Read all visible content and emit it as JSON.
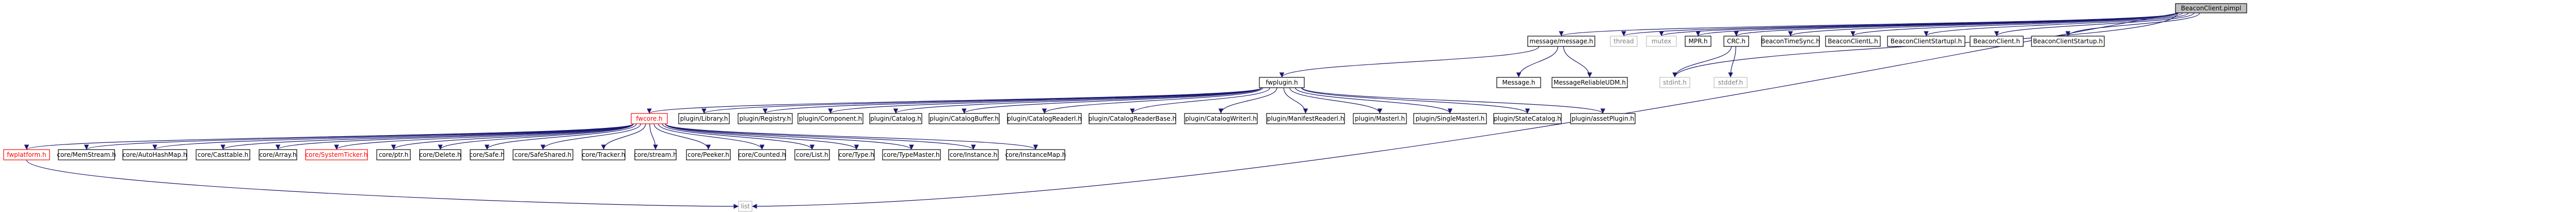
{
  "graph": {
    "type": "include-dependency-graph",
    "nodes": [
      {
        "id": "beaconclient_pimpl",
        "label": "BeaconClient.pimpl",
        "style": "root"
      },
      {
        "id": "message_h",
        "label": "message/message.h",
        "style": "normal"
      },
      {
        "id": "thread",
        "label": "thread",
        "style": "plain"
      },
      {
        "id": "mutex",
        "label": "mutex",
        "style": "plain"
      },
      {
        "id": "mpr_h",
        "label": "MPR.h",
        "style": "normal"
      },
      {
        "id": "crc_h",
        "label": "CRC.h",
        "style": "normal"
      },
      {
        "id": "beacontimesync_h",
        "label": "BeaconTimeSync.h",
        "style": "normal"
      },
      {
        "id": "beaconclientl_h",
        "label": "BeaconClientL.h",
        "style": "normal"
      },
      {
        "id": "beaconclientstartupl_h",
        "label": "BeaconClientStartupl.h",
        "style": "normal"
      },
      {
        "id": "beaconclient_h",
        "label": "BeaconClient.h",
        "style": "normal"
      },
      {
        "id": "beaconclientstartup_h",
        "label": "BeaconClientStartup.h",
        "style": "normal"
      },
      {
        "id": "fwplugin_h",
        "label": "fwplugin.h",
        "style": "normal"
      },
      {
        "id": "messageh",
        "label": "Message.h",
        "style": "normal"
      },
      {
        "id": "messagereliableudm_h",
        "label": "MessageReliableUDM.h",
        "style": "normal"
      },
      {
        "id": "stdint_h",
        "label": "stdint.h",
        "style": "plain"
      },
      {
        "id": "stddef_h",
        "label": "stddef.h",
        "style": "plain"
      },
      {
        "id": "fwcore_h",
        "label": "fwcore.h",
        "style": "red"
      },
      {
        "id": "plugin_library_h",
        "label": "plugin/Library.h",
        "style": "normal"
      },
      {
        "id": "plugin_registry_h",
        "label": "plugin/Registry.h",
        "style": "normal"
      },
      {
        "id": "plugin_component_h",
        "label": "plugin/Component.h",
        "style": "normal"
      },
      {
        "id": "plugin_catalog_h",
        "label": "plugin/Catalog.h",
        "style": "normal"
      },
      {
        "id": "plugin_catalogbuffer_h",
        "label": "plugin/CatalogBuffer.h",
        "style": "normal"
      },
      {
        "id": "plugin_catalogreaderl_h",
        "label": "plugin/CatalogReaderl.h",
        "style": "normal"
      },
      {
        "id": "plugin_catalogreaderbase_h",
        "label": "plugin/CatalogReaderBase.h",
        "style": "normal"
      },
      {
        "id": "plugin_catalogwriterl_h",
        "label": "plugin/CatalogWriterl.h",
        "style": "normal"
      },
      {
        "id": "plugin_manifestreaderl_h",
        "label": "plugin/ManifestReaderl.h",
        "style": "normal"
      },
      {
        "id": "plugin_masterl_h",
        "label": "plugin/Masterl.h",
        "style": "normal"
      },
      {
        "id": "plugin_singlemasterl_h",
        "label": "plugin/SingleMasterl.h",
        "style": "normal"
      },
      {
        "id": "plugin_statecatalog_h",
        "label": "plugin/StateCatalog.h",
        "style": "normal"
      },
      {
        "id": "plugin_assetplugin_h",
        "label": "plugin/assetPlugin.h",
        "style": "normal"
      },
      {
        "id": "fwplatform_h",
        "label": "fwplatform.h",
        "style": "red"
      },
      {
        "id": "core_memstream_h",
        "label": "core/MemStream.h",
        "style": "normal"
      },
      {
        "id": "core_autohashmap_h",
        "label": "core/AutoHashMap.h",
        "style": "normal"
      },
      {
        "id": "core_casttable_h",
        "label": "core/Casttable.h",
        "style": "normal"
      },
      {
        "id": "core_array_h",
        "label": "core/Array.h",
        "style": "normal"
      },
      {
        "id": "core_systemticker_h",
        "label": "core/SystemTicker.h",
        "style": "red"
      },
      {
        "id": "core_ptr_h",
        "label": "core/ptr.h",
        "style": "normal"
      },
      {
        "id": "core_delete_h",
        "label": "core/Delete.h",
        "style": "normal"
      },
      {
        "id": "core_safe_h",
        "label": "core/Safe.h",
        "style": "normal"
      },
      {
        "id": "core_safeshared_h",
        "label": "core/SafeShared.h",
        "style": "normal"
      },
      {
        "id": "core_tracker_h",
        "label": "core/Tracker.h",
        "style": "normal"
      },
      {
        "id": "core_stream_h",
        "label": "core/stream.h",
        "style": "normal"
      },
      {
        "id": "core_peeker_h",
        "label": "core/Peeker.h",
        "style": "normal"
      },
      {
        "id": "core_counted_h",
        "label": "core/Counted.h",
        "style": "normal"
      },
      {
        "id": "core_list_h",
        "label": "core/List.h",
        "style": "normal"
      },
      {
        "id": "core_type_h",
        "label": "core/Type.h",
        "style": "normal"
      },
      {
        "id": "core_typemaster_h",
        "label": "core/TypeMaster.h",
        "style": "normal"
      },
      {
        "id": "core_instance_h",
        "label": "core/Instance.h",
        "style": "normal"
      },
      {
        "id": "core_instancemap_h",
        "label": "core/InstanceMap.h",
        "style": "normal"
      },
      {
        "id": "list",
        "label": "list",
        "style": "plain"
      }
    ],
    "edges": [
      [
        "beaconclient_pimpl",
        "message_h"
      ],
      [
        "beaconclient_pimpl",
        "thread"
      ],
      [
        "beaconclient_pimpl",
        "mutex"
      ],
      [
        "beaconclient_pimpl",
        "mpr_h"
      ],
      [
        "beaconclient_pimpl",
        "crc_h"
      ],
      [
        "beaconclient_pimpl",
        "beacontimesync_h"
      ],
      [
        "beaconclient_pimpl",
        "beaconclientl_h"
      ],
      [
        "beaconclient_pimpl",
        "beaconclientstartupl_h"
      ],
      [
        "beaconclient_pimpl",
        "beaconclient_h"
      ],
      [
        "beaconclient_pimpl",
        "beaconclientstartup_h"
      ],
      [
        "beaconclient_pimpl",
        "list"
      ],
      [
        "beaconclient_pimpl",
        "stdint_h"
      ],
      [
        "message_h",
        "fwplugin_h"
      ],
      [
        "message_h",
        "messageh"
      ],
      [
        "message_h",
        "messagereliableudm_h"
      ],
      [
        "crc_h",
        "stdint_h"
      ],
      [
        "crc_h",
        "stddef_h"
      ],
      [
        "fwplugin_h",
        "fwcore_h"
      ],
      [
        "fwplugin_h",
        "plugin_library_h"
      ],
      [
        "fwplugin_h",
        "plugin_registry_h"
      ],
      [
        "fwplugin_h",
        "plugin_component_h"
      ],
      [
        "fwplugin_h",
        "plugin_catalog_h"
      ],
      [
        "fwplugin_h",
        "plugin_catalogbuffer_h"
      ],
      [
        "fwplugin_h",
        "plugin_catalogreaderl_h"
      ],
      [
        "fwplugin_h",
        "plugin_catalogreaderbase_h"
      ],
      [
        "fwplugin_h",
        "plugin_catalogwriterl_h"
      ],
      [
        "fwplugin_h",
        "plugin_manifestreaderl_h"
      ],
      [
        "fwplugin_h",
        "plugin_masterl_h"
      ],
      [
        "fwplugin_h",
        "plugin_singlemasterl_h"
      ],
      [
        "fwplugin_h",
        "plugin_statecatalog_h"
      ],
      [
        "fwplugin_h",
        "plugin_assetplugin_h"
      ],
      [
        "fwcore_h",
        "fwplatform_h"
      ],
      [
        "fwcore_h",
        "core_memstream_h"
      ],
      [
        "fwcore_h",
        "core_autohashmap_h"
      ],
      [
        "fwcore_h",
        "core_casttable_h"
      ],
      [
        "fwcore_h",
        "core_array_h"
      ],
      [
        "fwcore_h",
        "core_systemticker_h"
      ],
      [
        "fwcore_h",
        "core_ptr_h"
      ],
      [
        "fwcore_h",
        "core_delete_h"
      ],
      [
        "fwcore_h",
        "core_safe_h"
      ],
      [
        "fwcore_h",
        "core_safeshared_h"
      ],
      [
        "fwcore_h",
        "core_tracker_h"
      ],
      [
        "fwcore_h",
        "core_stream_h"
      ],
      [
        "fwcore_h",
        "core_peeker_h"
      ],
      [
        "fwcore_h",
        "core_counted_h"
      ],
      [
        "fwcore_h",
        "core_list_h"
      ],
      [
        "fwcore_h",
        "core_type_h"
      ],
      [
        "fwcore_h",
        "core_typemaster_h"
      ],
      [
        "fwcore_h",
        "core_instance_h"
      ],
      [
        "fwcore_h",
        "core_instancemap_h"
      ],
      [
        "fwplatform_h",
        "list"
      ]
    ]
  }
}
